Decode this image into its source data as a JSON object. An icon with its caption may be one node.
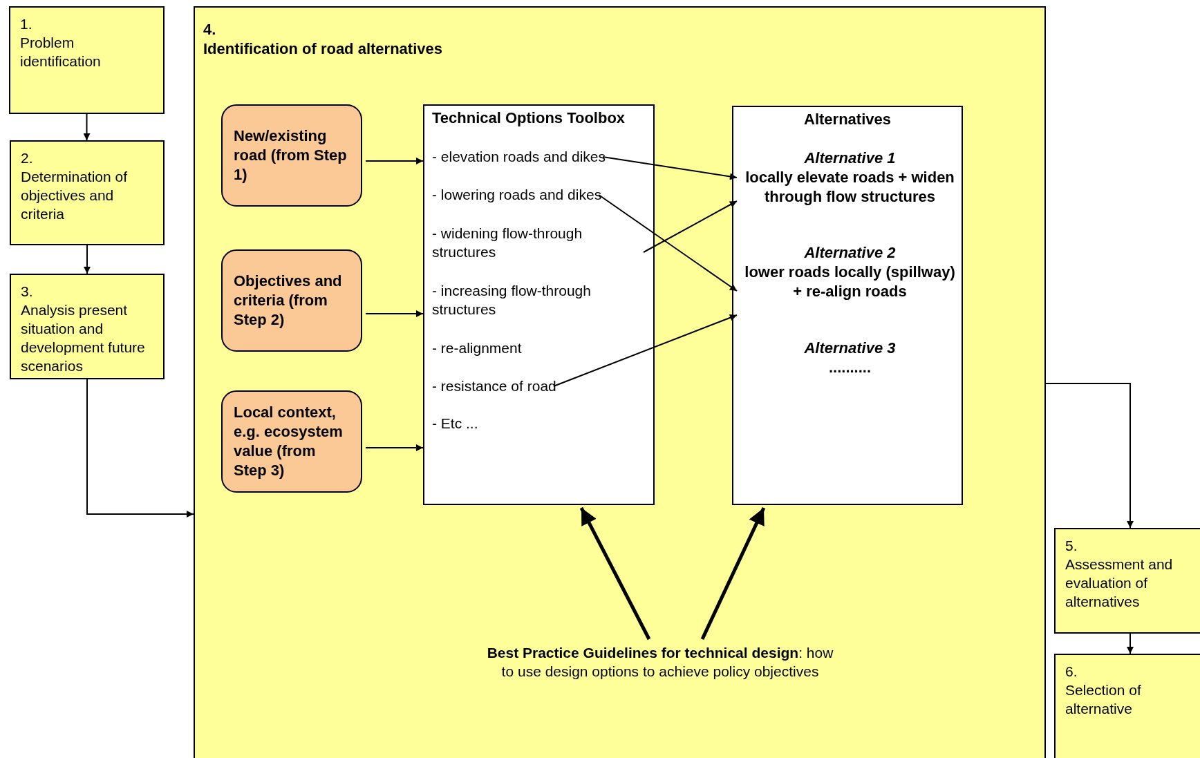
{
  "diagram": {
    "nodes": [
      {
        "text": [
          "1.",
          "Problem identification"
        ]
      },
      {
        "text": [
          "2.",
          "Determination of objectives and criteria"
        ]
      },
      {
        "text": [
          "3.",
          "Analysis present situation and development future scenarios"
        ]
      },
      {
        "text": [
          "4.",
          "Identification of road alternatives"
        ]
      },
      {
        "text": [
          "New/existing road (from Step 1)"
        ],
        "in": 3
      },
      {
        "text": [
          "Objectives and criteria (from Step 2)"
        ],
        "in": 3
      },
      {
        "text": [
          "Local context, e.g. ecosystem value (from Step 3)"
        ],
        "in": 3
      },
      {
        "text": [
          "Technical Options Toolbox"
        ],
        "in": 3
      },
      {
        "text": [
          "- elevation roads and dikes"
        ],
        "in": 7
      },
      {
        "text": [
          "- lowering roads and dikes"
        ],
        "in": 7
      },
      {
        "text": [
          "- widening flow-through structures"
        ],
        "in": 7
      },
      {
        "text": [
          "- increasing flow-through structures"
        ],
        "in": 7
      },
      {
        "text": [
          "- re-alignment"
        ],
        "in": 7
      },
      {
        "text": [
          "- resistance of road"
        ],
        "in": 7
      },
      {
        "text": [
          "- Etc ..."
        ],
        "in": 7
      },
      {
        "text": [
          "Alternatives"
        ],
        "in": 3
      },
      {
        "text": [
          "Alternative 1",
          "locally elevate roads + widen through flow structures"
        ],
        "in": 15
      },
      {
        "text": [
          "Alternative 2",
          "lower roads locally (spillway) + re-align roads"
        ],
        "in": 15
      },
      {
        "text": [
          "Alternative 3",
          ".........."
        ],
        "in": 15
      },
      {
        "text": [
          "**Best Practice Guidelines for technical design**: how to use design options to achieve policy objectives"
        ],
        "in": 3
      },
      {
        "text": [
          "5.",
          "Assessment and evaluation of alternatives"
        ]
      },
      {
        "text": [
          "6.",
          "Selection of alternative"
        ]
      }
    ],
    "edges": [
      {
        "from": 0,
        "to": 1,
        "arrow": "to"
      },
      {
        "from": 1,
        "to": 2,
        "arrow": "to"
      },
      {
        "from": 2,
        "to": 3,
        "arrow": "to"
      },
      {
        "from": 3,
        "to": 20,
        "arrow": "to"
      },
      {
        "from": 20,
        "to": 21,
        "arrow": "to"
      },
      {
        "from": 4,
        "to": 7,
        "arrow": "to"
      },
      {
        "from": 5,
        "to": 7,
        "arrow": "to"
      },
      {
        "from": 6,
        "to": 7,
        "arrow": "to"
      },
      {
        "from": 8,
        "to": 16,
        "arrow": "to"
      },
      {
        "from": 10,
        "to": 16,
        "arrow": "to"
      },
      {
        "from": 9,
        "to": 17,
        "arrow": "to"
      },
      {
        "from": 13,
        "to": 17,
        "arrow": "to"
      },
      {
        "from": 19,
        "to": 7,
        "arrow": "to",
        "style": "thick"
      },
      {
        "from": 19,
        "to": 15,
        "arrow": "to",
        "style": "thick"
      }
    ]
  }
}
